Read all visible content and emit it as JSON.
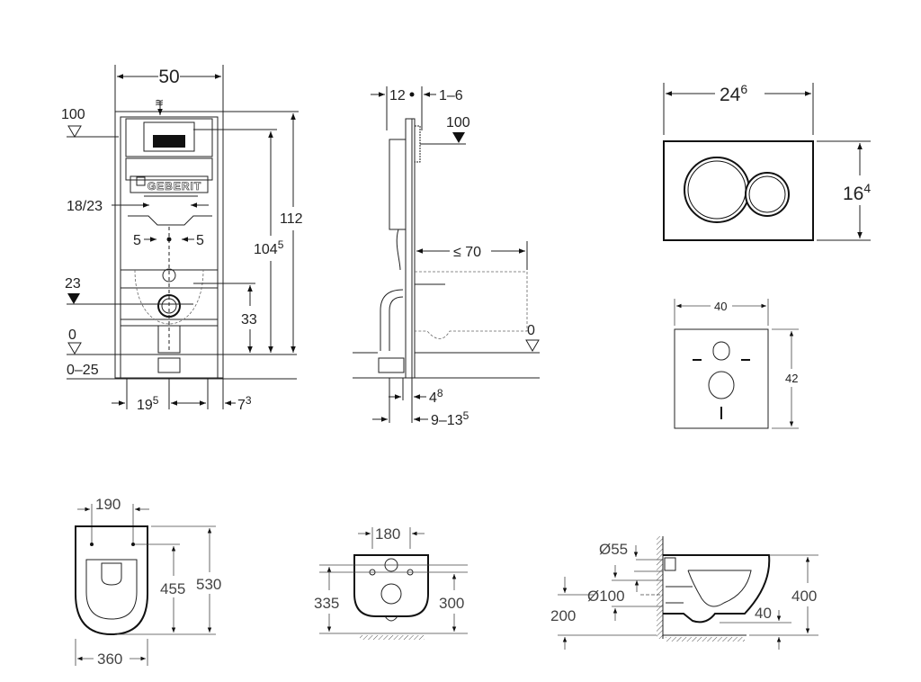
{
  "front_view": {
    "width": "50",
    "level_100": "100",
    "connection_18_23": "18/23",
    "offset_left": "5",
    "offset_right": "5",
    "level_23": "23",
    "level_0": "0",
    "floor_range": "0–25",
    "height_total": "112",
    "height_mount": {
      "base": "104",
      "sup": "5"
    },
    "height_drain": "33",
    "bottom_left": {
      "base": "19",
      "sup": "5"
    },
    "bottom_right": {
      "base": "7",
      "sup": "3"
    },
    "brand_logo": "GEBERIT"
  },
  "side_view": {
    "depth": "12",
    "wall_range": "1–6",
    "level_100": "100",
    "max_projection": "≤ 70",
    "level_0": "0",
    "offset_small": {
      "base": "4",
      "sup": "8"
    },
    "offset_range": {
      "base": "9–13",
      "sup": "5"
    }
  },
  "flush_plate": {
    "width": {
      "base": "24",
      "sup": "6"
    },
    "height": {
      "base": "16",
      "sup": "4"
    }
  },
  "access_opening": {
    "width": "40",
    "height": "42"
  },
  "toilet_top": {
    "hole_spacing": "190",
    "hole_depth": "455",
    "length": "530",
    "width": "360"
  },
  "toilet_back": {
    "bolt_spacing": "180",
    "bolt_height": "335",
    "drain_height": "300"
  },
  "toilet_side": {
    "inlet_diameter": "Ø55",
    "outlet_diameter": "Ø100",
    "outlet_height": "200",
    "height": "400",
    "rim_offset": "40"
  }
}
